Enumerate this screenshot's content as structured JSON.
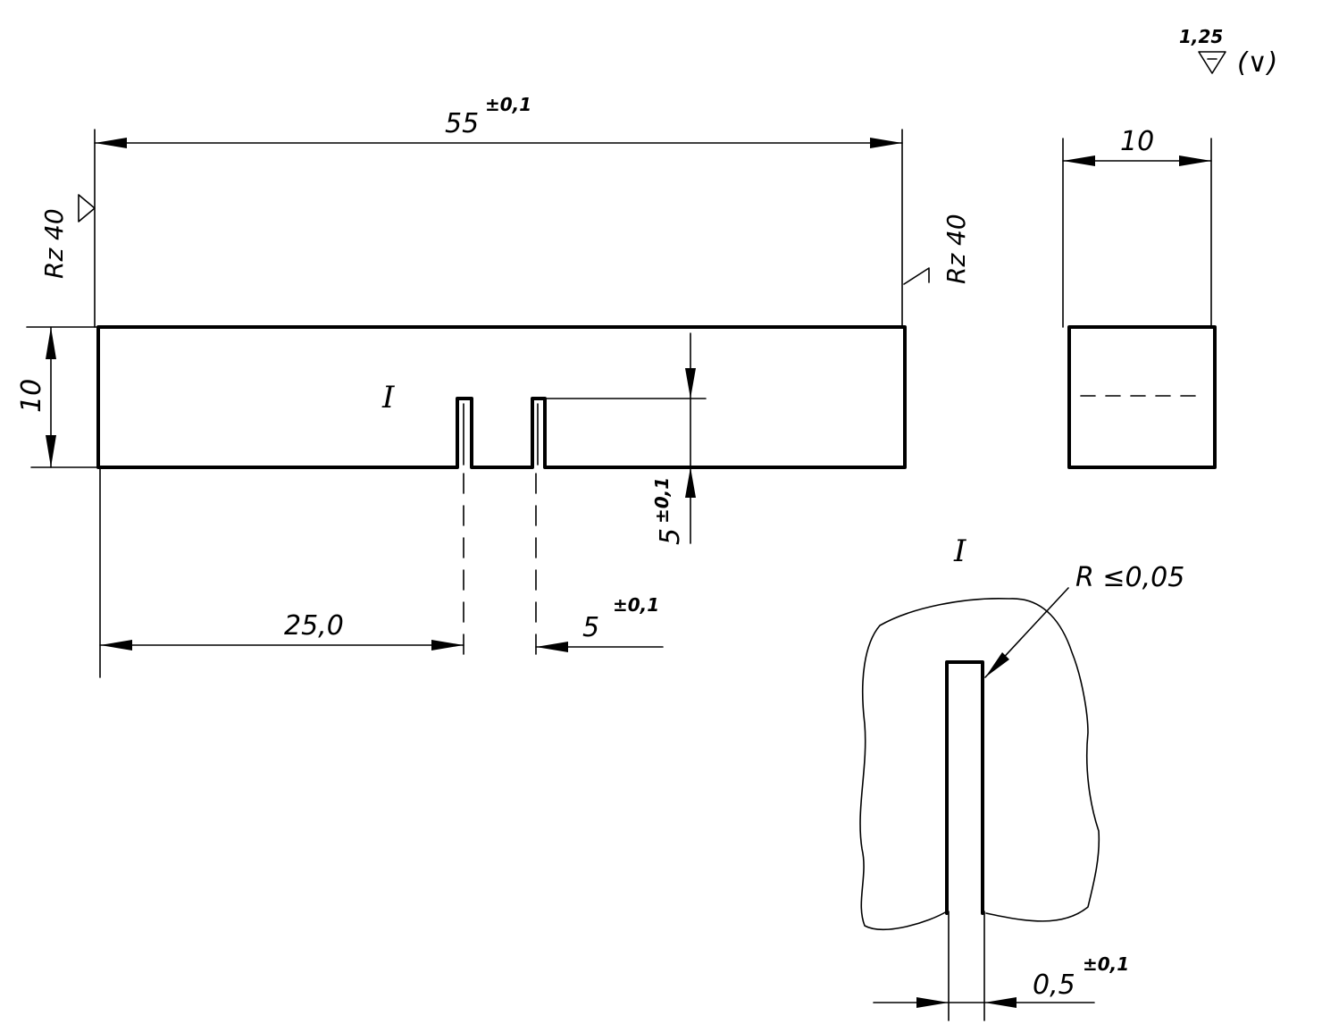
{
  "roughness": {
    "general": {
      "value": "1,25",
      "suffix": "(∨)"
    },
    "left_face": "Rz 40",
    "right_face": "Rz 40"
  },
  "dimensions": {
    "length": {
      "value": "55",
      "tolerance": "±0,1"
    },
    "width": {
      "value": "10"
    },
    "height": {
      "value": "10"
    },
    "notch_depth": {
      "value": "5",
      "tolerance": "±0,1"
    },
    "notch_position": {
      "value": "25,0"
    },
    "notch_spacing": {
      "value": "5",
      "tolerance": "±0,1"
    },
    "notch_width": {
      "value": "0,5",
      "tolerance": "±0,1"
    },
    "notch_radius": {
      "value": "R ≤0,05"
    }
  },
  "detail": {
    "label_main": "I",
    "label_detail": "I"
  }
}
